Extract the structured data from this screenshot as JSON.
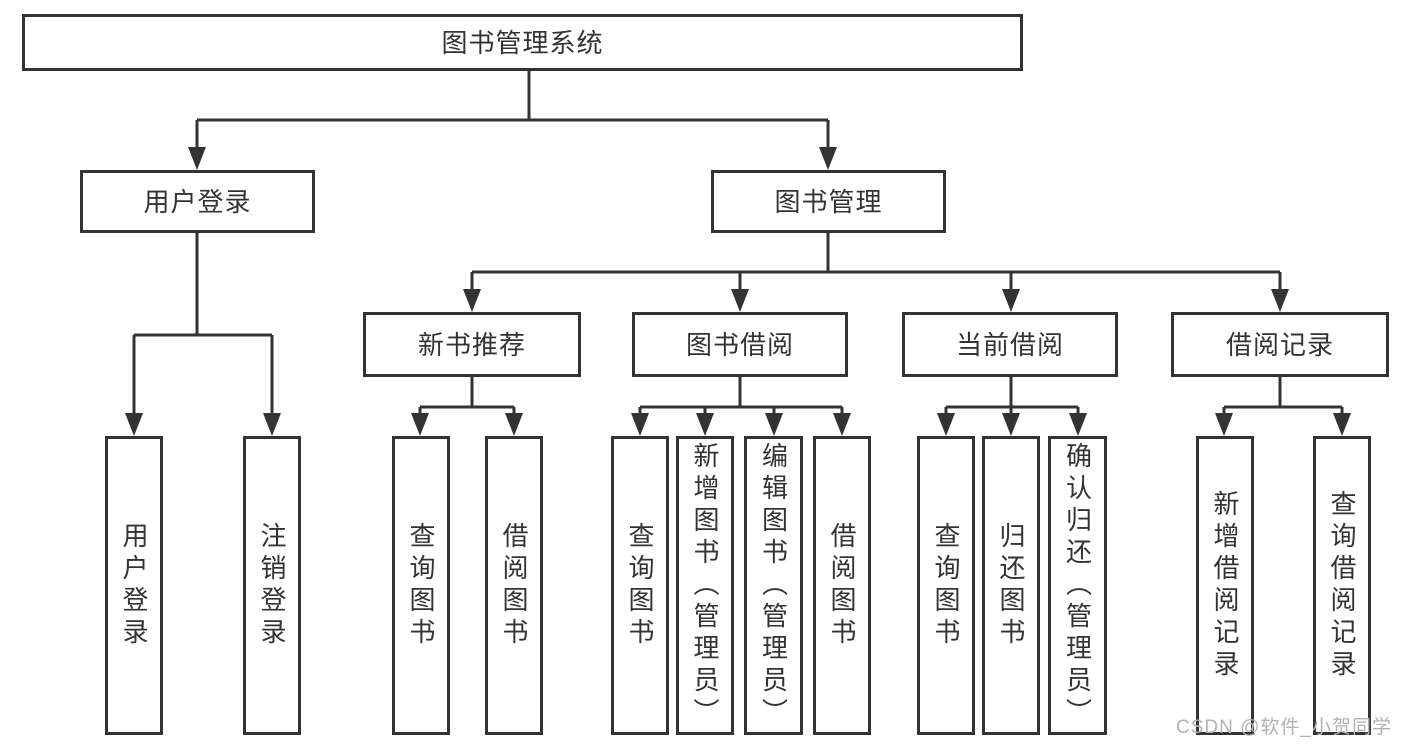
{
  "diagram_title": "图书管理系统",
  "tree": {
    "label": "图书管理系统",
    "children": [
      {
        "label": "用户登录",
        "children": [
          {
            "label": "用户登录"
          },
          {
            "label": "注销登录"
          }
        ]
      },
      {
        "label": "图书管理",
        "children": [
          {
            "label": "新书推荐",
            "children": [
              {
                "label": "查询图书"
              },
              {
                "label": "借阅图书"
              }
            ]
          },
          {
            "label": "图书借阅",
            "children": [
              {
                "label": "查询图书"
              },
              {
                "label": "新增图书（管理员）"
              },
              {
                "label": "编辑图书（管理员）"
              },
              {
                "label": "借阅图书"
              }
            ]
          },
          {
            "label": "当前借阅",
            "children": [
              {
                "label": "查询图书"
              },
              {
                "label": "归还图书"
              },
              {
                "label": "确认归还（管理员）"
              }
            ]
          },
          {
            "label": "借阅记录",
            "children": [
              {
                "label": "新增借阅记录"
              },
              {
                "label": "查询借阅记录"
              }
            ]
          }
        ]
      }
    ]
  },
  "watermark": {
    "text": "CSDN @软件_小贺同学"
  },
  "colors": {
    "line": "#333333",
    "node_border": "#333333",
    "node_text": "#333333",
    "background": "#ffffff",
    "watermark_text": "#b2b2b2"
  }
}
